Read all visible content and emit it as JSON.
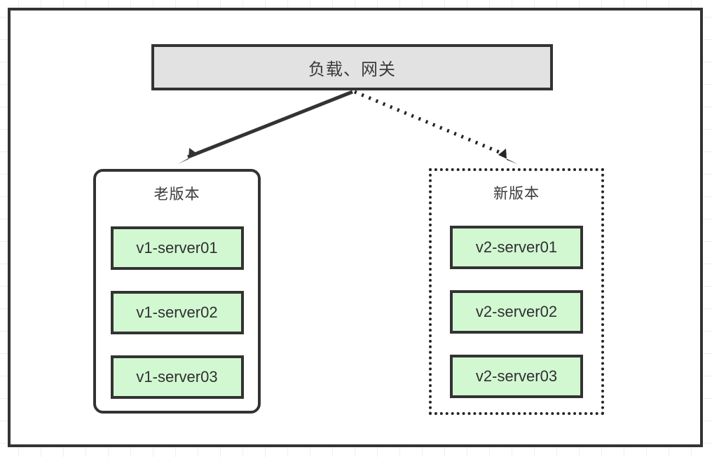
{
  "canvas": {
    "background": "#ffffff",
    "border_color": "#333333",
    "grid_color": "#efefef"
  },
  "colors": {
    "node_border": "#333333",
    "gateway_fill": "#e2e2e2",
    "server_fill": "#d2f8d2",
    "text": "#3b3b3b",
    "edge_solid": "#333333",
    "edge_dotted": "#262626"
  },
  "gateway": {
    "label": "负载、网关"
  },
  "groups": [
    {
      "id": "old-version",
      "title": "老版本",
      "border_style": "solid",
      "corner": "rounded",
      "servers": [
        {
          "label": "v1-server01"
        },
        {
          "label": "v1-server02"
        },
        {
          "label": "v1-server03"
        }
      ]
    },
    {
      "id": "new-version",
      "title": "新版本",
      "border_style": "dotted",
      "corner": "square",
      "servers": [
        {
          "label": "v2-server01"
        },
        {
          "label": "v2-server02"
        },
        {
          "label": "v2-server03"
        }
      ]
    }
  ],
  "edges": [
    {
      "id": "gateway-to-old",
      "from": "gateway",
      "to": "old-version",
      "style": "solid",
      "arrowhead": "filled-triangle"
    },
    {
      "id": "gateway-to-new",
      "from": "gateway",
      "to": "new-version",
      "style": "dotted",
      "arrowhead": "filled-triangle"
    }
  ]
}
